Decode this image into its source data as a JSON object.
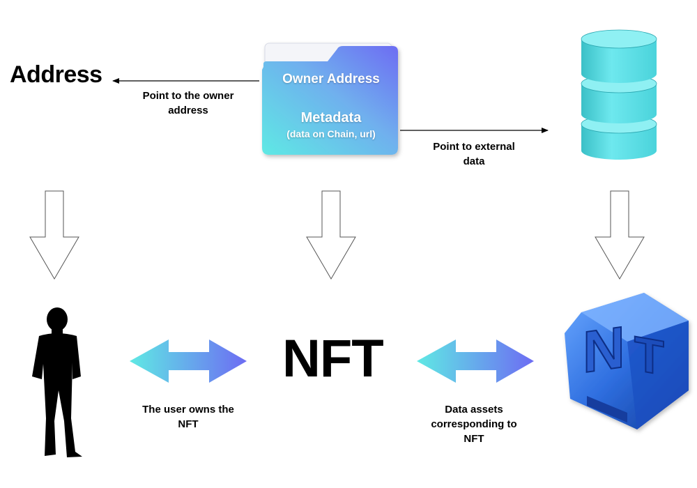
{
  "address_title": "Address",
  "nft_title": "NFT",
  "card": {
    "owner_address": "Owner Address",
    "metadata": "Metadata",
    "metadata_sub": "(data on Chain, url)"
  },
  "labels": {
    "point_owner": "Point to the owner\naddress",
    "point_external": "Point to external\ndata",
    "user_owns": "The user owns the\nNFT",
    "data_assets": "Data assets\ncorresponding to\nNFT"
  },
  "colors": {
    "gradient_start": "#5fe9e4",
    "gradient_end": "#6d6cf3",
    "db_fill": "#5fe9e4",
    "nft_cube": "#2f6fe0"
  }
}
